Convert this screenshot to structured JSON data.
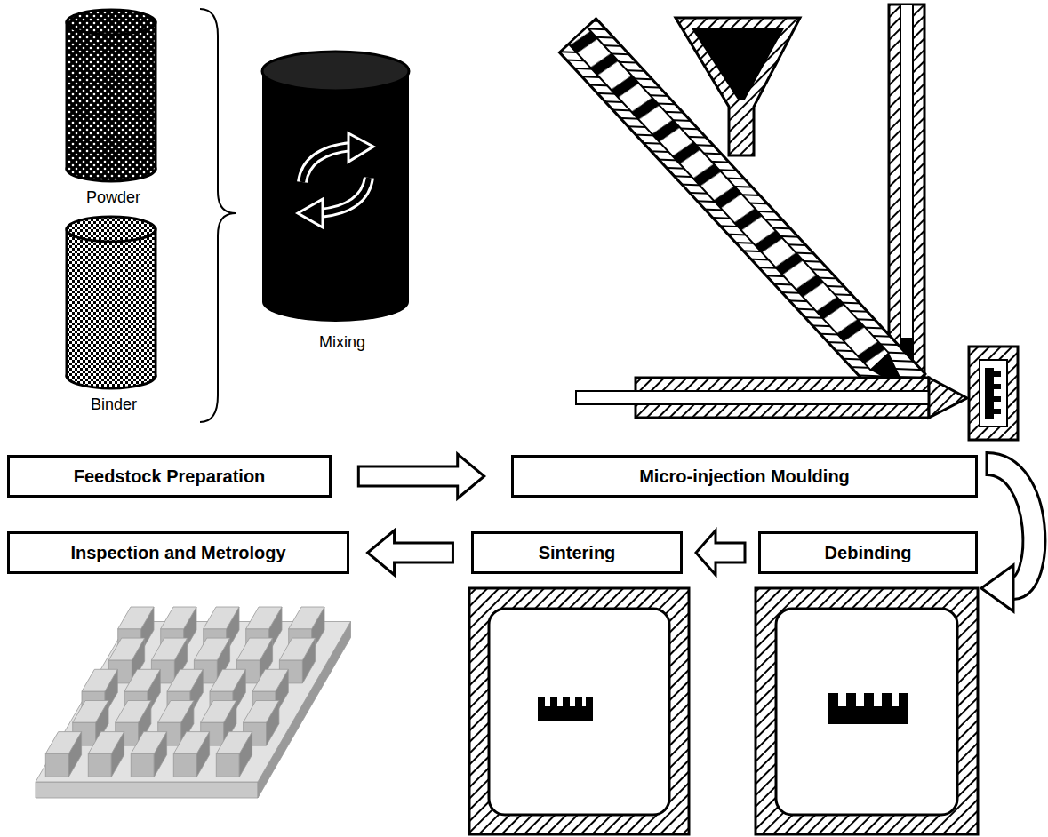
{
  "diagram": {
    "nodes": [
      {
        "text": [
          "Feedstock Preparation"
        ]
      },
      {
        "text": [
          "Micro-injection Moulding"
        ]
      },
      {
        "text": [
          "Debinding"
        ]
      },
      {
        "text": [
          "Sintering"
        ]
      },
      {
        "text": [
          "Inspection and Metrology"
        ]
      }
    ],
    "edges": [
      {
        "from": 0,
        "to": 1,
        "arrow": "to"
      },
      {
        "from": 1,
        "to": 2,
        "arrow": "to"
      },
      {
        "from": 2,
        "to": 3,
        "arrow": "to"
      },
      {
        "from": 3,
        "to": 4,
        "arrow": "to"
      }
    ],
    "labels": [
      "Powder",
      "Binder",
      "Mixing"
    ]
  }
}
